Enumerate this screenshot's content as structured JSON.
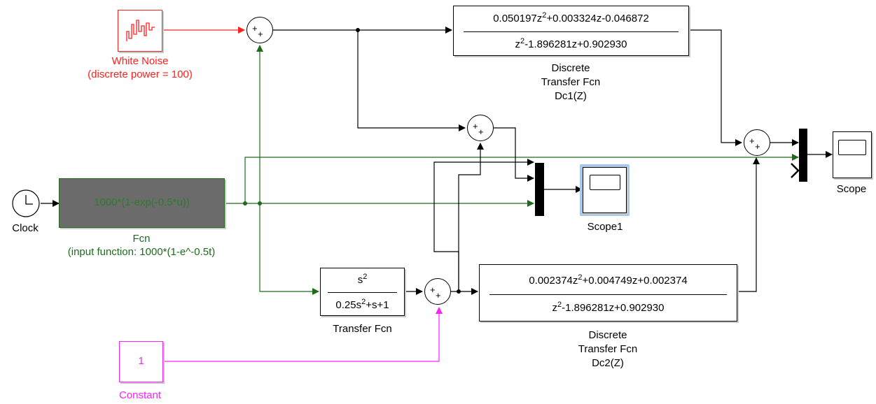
{
  "colors": {
    "line": "#000000",
    "noise": "#ff2020",
    "fcn": "#1e6b1e",
    "fcn_fill": "#6b6b6b",
    "constant": "#ff20ff",
    "scope_highlight": "#a9c8ee"
  },
  "blocks": {
    "white_noise": {
      "name": "White Noise",
      "note": "(discrete power = 100)"
    },
    "clock": {
      "name": "Clock"
    },
    "fcn": {
      "expr": "1000*(1-exp(-0.5*u))",
      "name": "Fcn",
      "note": "(input function: 1000*(1-e^-0.5t)"
    },
    "constant": {
      "value": "1",
      "name": "Constant"
    },
    "transfer_fcn": {
      "num_base": "s",
      "num_exp": "2",
      "den_a": "0.25s",
      "den_exp": "2",
      "den_b": "+s+1",
      "name": "Transfer Fcn"
    },
    "dc1": {
      "num_a": "0.050197z",
      "num_exp": "2",
      "num_b": "+0.003324z-0.046872",
      "den_a": "z",
      "den_exp": "2",
      "den_b": "-1.896281z+0.902930",
      "name_line1": "Discrete",
      "name_line2": "Transfer Fcn",
      "name_line3": "Dc1(Z)"
    },
    "dc2": {
      "num_a": "0.002374z",
      "num_exp": "2",
      "num_b": "+0.004749z+0.002374",
      "den_a": "z",
      "den_exp": "2",
      "den_b": "-1.896281z+0.902930",
      "name_line1": "Discrete",
      "name_line2": "Transfer Fcn",
      "name_line3": "Dc2(Z)"
    },
    "scope": {
      "name": "Scope"
    },
    "scope1": {
      "name": "Scope1"
    },
    "sum_signs": "+"
  }
}
